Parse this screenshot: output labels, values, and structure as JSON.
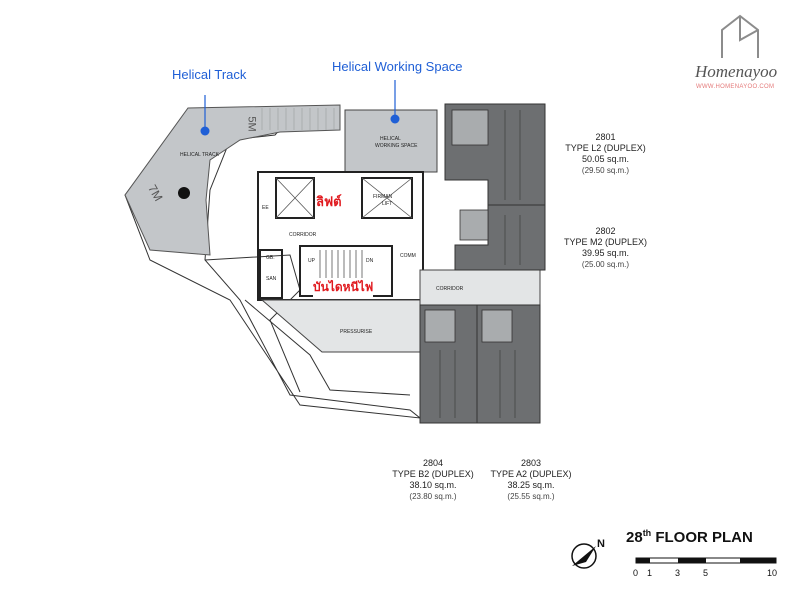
{
  "brand": {
    "name": "Homenayoo",
    "url": "WWW.HOMENAYOO.COM"
  },
  "annotations": {
    "helical_track": "Helical Track",
    "helical_working_space": "Helical Working Space"
  },
  "thai_labels": {
    "lift": "ลิฟต์",
    "fire_stair": "บันไดหนีไฟ"
  },
  "rooms": {
    "helical_track": "HELICAL TRACK",
    "helical_ws_1": "HELICAL",
    "helical_ws_2": "WORKING SPACE",
    "fireman_1": "FIRMAN",
    "fireman_2": "LIFT",
    "corridor_1": "CORRIDOR",
    "corridor_2": "CORRIDOR",
    "pressurise": "PRESSURISE",
    "comm": "COMM",
    "gb": "GB.",
    "san": "SAN",
    "ee": "EE",
    "up": "UP",
    "dn": "DN",
    "dim_5m": "5M",
    "dim_7m": "7M"
  },
  "units": [
    {
      "code": "2801",
      "type": "TYPE L2 (DUPLEX)",
      "area": "50.05 sq.m.",
      "area2": "(29.50 sq.m.)"
    },
    {
      "code": "2802",
      "type": "TYPE M2 (DUPLEX)",
      "area": "39.95 sq.m.",
      "area2": "(25.00 sq.m.)"
    },
    {
      "code": "2804",
      "type": "TYPE B2 (DUPLEX)",
      "area": "38.10 sq.m.",
      "area2": "(23.80 sq.m.)"
    },
    {
      "code": "2803",
      "type": "TYPE A2 (DUPLEX)",
      "area": "38.25 sq.m.",
      "area2": "(25.55 sq.m.)"
    }
  ],
  "floor_plan": {
    "number": "28",
    "suffix": "th",
    "title": "FLOOR PLAN",
    "north": "N"
  },
  "scale_bar": [
    "0",
    "1",
    "3",
    "5",
    "10"
  ],
  "colors": {
    "annotation_blue": "#1f5fd6",
    "thai_red": "#e0191e",
    "unit_gray": "#6d6f71",
    "helical_gray": "#bfc3c6"
  }
}
